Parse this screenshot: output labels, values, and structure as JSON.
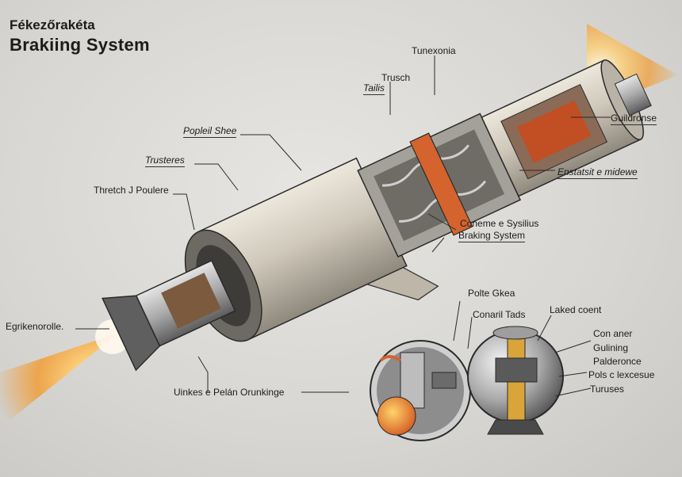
{
  "title": {
    "line1": "Fékezőrakéta",
    "line2": "Brakiing System"
  },
  "labels": {
    "tunexonia": "Tunexonia",
    "trusch": "Trusch",
    "tailis": "Tailis",
    "guildronse": "Guildronse",
    "popleil_shee": "Popleil Shee",
    "trusteres": "Trusteres",
    "enstatsit": "Enstatsit e midewe",
    "thretch": "Thretch J Poulere",
    "coneme": "Coneme e Sysilius",
    "braking_system": "Braking System",
    "egrikenorolle": "Egrikenorolle.",
    "polte_gkea": "Polte Gkea",
    "conaril_tads": "Conaril Tads",
    "laked_coent": "Laked coent",
    "con_aner": "Con aner",
    "gulining": "Gulining",
    "palderonce": "Palderonce",
    "pols_lexcesue": "Pols c lexcesue",
    "turuses": "Turuses",
    "uinkes": "Uinkes e Pelán Orunkinge"
  },
  "colors": {
    "hull": "#cfc8bb",
    "hull_shadow": "#8f887c",
    "accent_band": "#d4632e",
    "flame": "#f29a2e",
    "outline": "#2a2a2a"
  }
}
